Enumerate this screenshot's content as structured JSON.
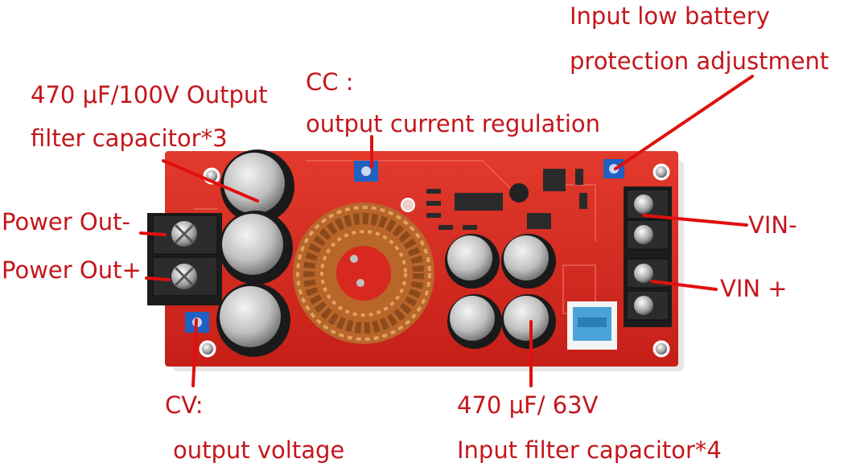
{
  "labels": {
    "output_cap_line1": "470 μF/100V Output",
    "output_cap_line2": "filter capacitor*3",
    "cc_line1": "CC :",
    "cc_line2": "output current regulation",
    "lowbat_line1": "Input low battery",
    "lowbat_line2": "protection adjustment",
    "power_out_minus": "Power Out-",
    "power_out_plus": "Power Out+",
    "vin_minus": "VIN-",
    "vin_plus": "VIN +",
    "cv_line1": "CV:",
    "cv_line2": "output voltage",
    "input_cap_line1": "470 μF/ 63V",
    "input_cap_line2": "Input filter capacitor*4"
  },
  "colors": {
    "annotation": "#c4161c",
    "pcb": "#d8281f",
    "copper": "#c8732f"
  }
}
